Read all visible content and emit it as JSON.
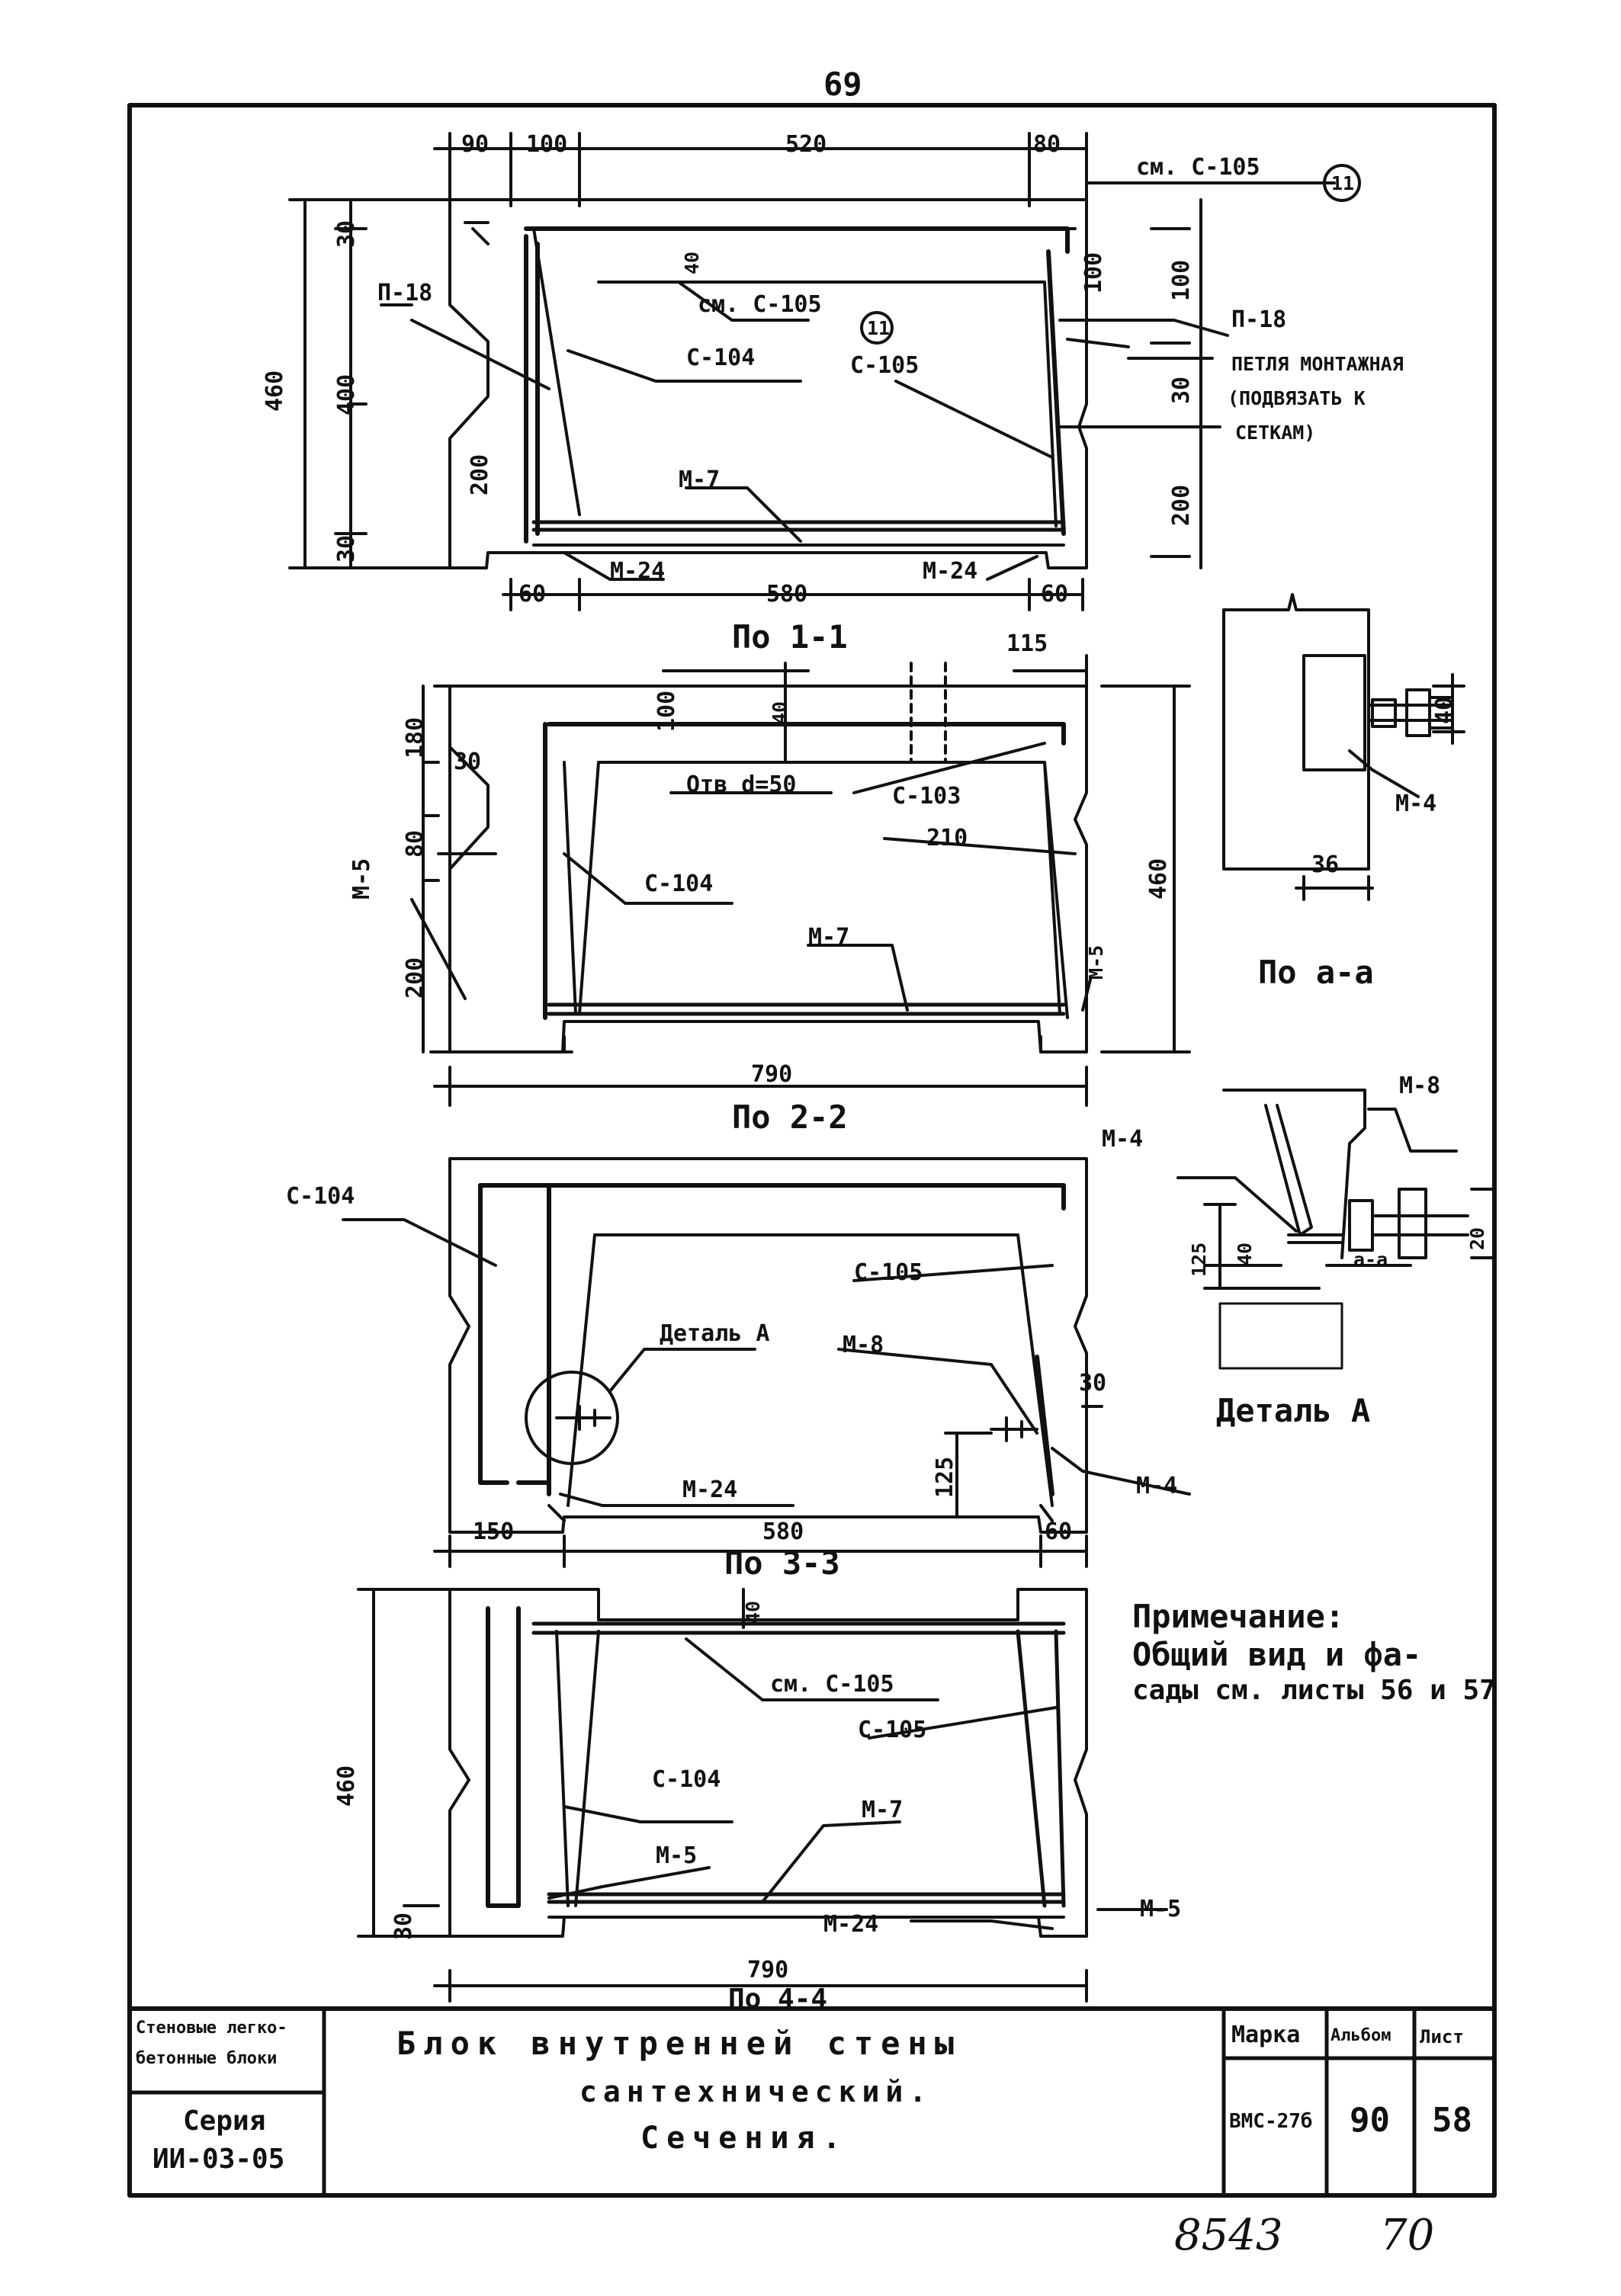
{
  "page_number": "69",
  "section_labels": {
    "s1": "По 1-1",
    "s2": "По 2-2",
    "s3": "По 3-3",
    "s4": "По 4-4",
    "saa": "По а-а",
    "detail_a": "Деталь А"
  },
  "dims": {
    "s1_top": [
      "90",
      "100",
      "520",
      "80"
    ],
    "s1_bottom": [
      "60",
      "580",
      "60"
    ],
    "s1_left_overall": "460",
    "s1_left_parts": [
      "30",
      "400",
      "200",
      "30"
    ],
    "s1_small": "40",
    "s1_right": [
      "100",
      "30",
      "200",
      "100"
    ],
    "s2_top": [
      "100",
      "40",
      "115"
    ],
    "s2_left": [
      "180",
      "30",
      "80",
      "200"
    ],
    "s2_right": "460",
    "s2_bottom": "790",
    "s2_hole": "Отв d=50",
    "s2_210": "210",
    "saa_40": "40",
    "saa_36": "36",
    "s3_bottom": [
      "150",
      "580",
      "60"
    ],
    "s3_125": "125",
    "s3_30": "30",
    "det_125": "125",
    "det_40": "40",
    "det_20": "20",
    "det_aa": "а-а",
    "s4_left": "460",
    "s4_30": "30",
    "s4_40": "40",
    "s4_bottom": "790"
  },
  "callouts": {
    "see_c105_top": "см. С-105",
    "circle_11": "11",
    "see_c105": "см. С-105",
    "c104": "С-104",
    "c105": "С-105",
    "p18_left": "П-18",
    "p18_right": "П-18",
    "loop_1": "ПЕТЛЯ МОНТАЖНАЯ",
    "loop_2": "(ПОДВЯЗАТЬ К",
    "loop_3": "СЕТКАМ)",
    "m7": "М-7",
    "m24": "М-24",
    "m5": "М-5",
    "c103": "С-103",
    "m4": "М-4",
    "m8": "М-8",
    "detail_a_call": "Деталь А"
  },
  "note": {
    "title": "Примечание:",
    "line1": "Общий вид и фа-",
    "line2": "сады см. листы 56 и 57"
  },
  "title_block": {
    "series_name_1": "Стеновые легко-",
    "series_name_2": "бетонные блоки",
    "series_label": "Серия",
    "series_value": "ИИ-03-05",
    "title_1": "Блок внутренней стены",
    "title_2": "сантехнический.",
    "title_3": "Сечения.",
    "h_mark": "Марка",
    "h_album": "Альбом",
    "h_sheet": "Лист",
    "mark": "ВМС-27б",
    "album": "90",
    "sheet": "58"
  },
  "footer_handwritten": [
    "8543",
    "70"
  ]
}
